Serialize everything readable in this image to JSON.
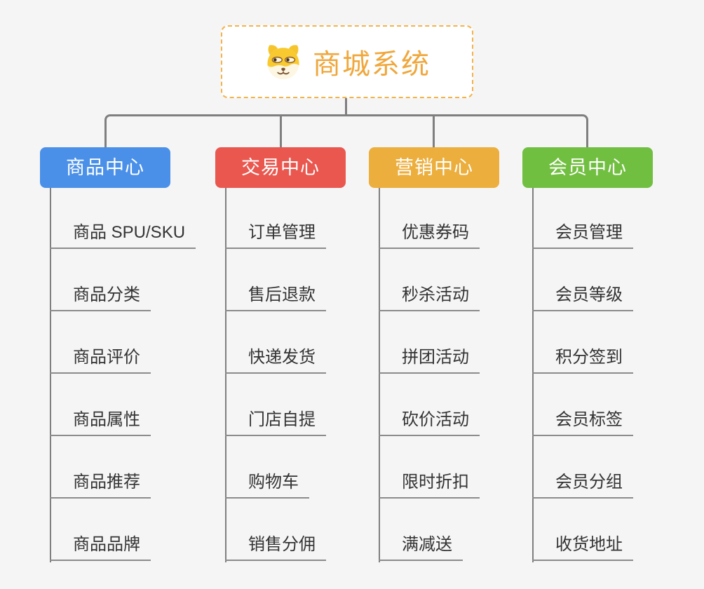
{
  "root": {
    "title": "商城系统",
    "icon": "dog-face-icon",
    "border_color": "#f3b34b",
    "title_color": "#f0a73c"
  },
  "line_color": "#7f7f7f",
  "underline_color": "#8b8b8b",
  "background_color": "#f5f5f5",
  "branches": [
    {
      "label": "商品中心",
      "color": "#4a90e8",
      "items": [
        "商品 SPU/SKU",
        "商品分类",
        "商品评价",
        "商品属性",
        "商品推荐",
        "商品品牌"
      ]
    },
    {
      "label": "交易中心",
      "color": "#e9574f",
      "items": [
        "订单管理",
        "售后退款",
        "快递发货",
        "门店自提",
        "购物车",
        "销售分佣"
      ]
    },
    {
      "label": "营销中心",
      "color": "#ecae3c",
      "items": [
        "优惠券码",
        "秒杀活动",
        "拼团活动",
        "砍价活动",
        "限时折扣",
        "满减送"
      ]
    },
    {
      "label": "会员中心",
      "color": "#71bf41",
      "items": [
        "会员管理",
        "会员等级",
        "积分签到",
        "会员标签",
        "会员分组",
        "收货地址"
      ]
    }
  ]
}
